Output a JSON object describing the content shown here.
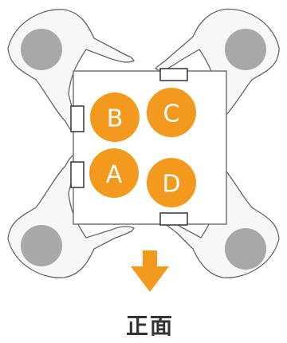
{
  "colors": {
    "accent": "#F39A1E",
    "person_head": "#A8A8A8",
    "outline": "#555555",
    "arm": "#F5F5F5"
  },
  "positions": [
    {
      "label": "A"
    },
    {
      "label": "B"
    },
    {
      "label": "C"
    },
    {
      "label": "D"
    }
  ],
  "front": {
    "label": "正面",
    "icon": "down-arrow-icon"
  }
}
